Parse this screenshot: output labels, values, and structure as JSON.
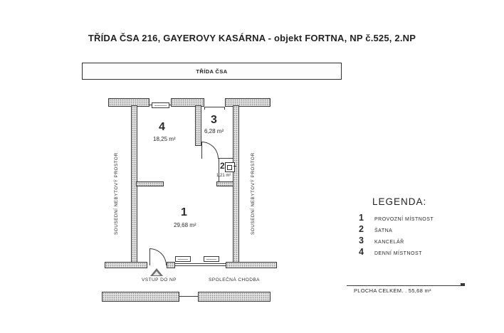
{
  "title": "TŘÍDA ČSA 216, GAYEROVY KASÁRNA - objekt FORTNA, NP č.525, 2.NP",
  "street_label": "TŘÍDA ČSA",
  "plan": {
    "rooms": [
      {
        "number": "1",
        "area": "29,68 m²"
      },
      {
        "number": "2",
        "area": "1,21 m²"
      },
      {
        "number": "3",
        "area": "6,28 m²"
      },
      {
        "number": "4",
        "area": "18,25 m²"
      }
    ],
    "left_side_label": "SOUSEDNÍ NEBYTOVÝ PROSTOR",
    "right_side_label": "SOUSEDNÍ NEBYTOVÝ PROSTOR",
    "entrance_label": "VSTUP DO NP",
    "corridor_label": "SPOLEČNÁ CHODBA"
  },
  "legend": {
    "title": "LEGENDA:",
    "items": [
      {
        "number": "1",
        "label": "PROVOZNÍ MÍSTNOST"
      },
      {
        "number": "2",
        "label": "ŠATNA"
      },
      {
        "number": "3",
        "label": "KANCELÁŘ"
      },
      {
        "number": "4",
        "label": "DENNÍ MÍSTNOST"
      }
    ]
  },
  "total": {
    "label": "PLOCHA CELKEM. .",
    "value": "55,68 m²"
  },
  "colors": {
    "line": "#3a3a3a",
    "wall_fill": "#e2e2e2",
    "background": "#ffffff"
  }
}
